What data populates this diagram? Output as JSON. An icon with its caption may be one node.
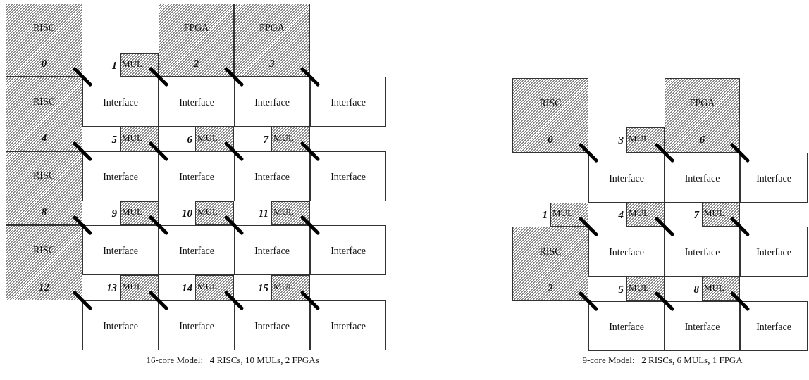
{
  "diagram": {
    "nodes": [
      {
        "text": [
          "RISC",
          "0"
        ]
      },
      {
        "text": [
          "MUL"
        ],
        "beside": [
          "1"
        ]
      },
      {
        "text": [
          "FPGA",
          "2"
        ]
      },
      {
        "text": [
          "FPGA",
          "3"
        ]
      },
      {
        "text": [
          "RISC",
          "4"
        ]
      },
      {
        "text": [
          "MUL"
        ],
        "beside": [
          "5"
        ]
      },
      {
        "text": [
          "MUL"
        ],
        "beside": [
          "6"
        ]
      },
      {
        "text": [
          "MUL"
        ],
        "beside": [
          "7"
        ]
      },
      {
        "text": [
          "RISC",
          "8"
        ]
      },
      {
        "text": [
          "MUL"
        ],
        "beside": [
          "9"
        ]
      },
      {
        "text": [
          "MUL"
        ],
        "beside": [
          "10"
        ]
      },
      {
        "text": [
          "MUL"
        ],
        "beside": [
          "11"
        ]
      },
      {
        "text": [
          "RISC",
          "12"
        ]
      },
      {
        "text": [
          "MUL"
        ],
        "beside": [
          "13"
        ]
      },
      {
        "text": [
          "MUL"
        ],
        "beside": [
          "14"
        ]
      },
      {
        "text": [
          "MUL"
        ],
        "beside": [
          "15"
        ]
      },
      {
        "text": [
          "Interface"
        ]
      },
      {
        "text": [
          "Interface"
        ]
      },
      {
        "text": [
          "Interface"
        ]
      },
      {
        "text": [
          "Interface"
        ]
      },
      {
        "text": [
          "Interface"
        ]
      },
      {
        "text": [
          "Interface"
        ]
      },
      {
        "text": [
          "Interface"
        ]
      },
      {
        "text": [
          "Interface"
        ]
      },
      {
        "text": [
          "Interface"
        ]
      },
      {
        "text": [
          "Interface"
        ]
      },
      {
        "text": [
          "Interface"
        ]
      },
      {
        "text": [
          "Interface"
        ]
      },
      {
        "text": [
          "Interface"
        ]
      },
      {
        "text": [
          "Interface"
        ]
      },
      {
        "text": [
          "Interface"
        ]
      },
      {
        "text": [
          "Interface"
        ]
      },
      {
        "text": [
          "RISC",
          "0"
        ]
      },
      {
        "text": [
          "MUL"
        ],
        "beside": [
          "1"
        ]
      },
      {
        "text": [
          "RISC",
          "2"
        ]
      },
      {
        "text": [
          "MUL"
        ],
        "beside": [
          "3"
        ]
      },
      {
        "text": [
          "MUL"
        ],
        "beside": [
          "4"
        ]
      },
      {
        "text": [
          "MUL"
        ],
        "beside": [
          "5"
        ]
      },
      {
        "text": [
          "FPGA",
          "6"
        ]
      },
      {
        "text": [
          "MUL"
        ],
        "beside": [
          "7"
        ]
      },
      {
        "text": [
          "MUL"
        ],
        "beside": [
          "8"
        ]
      },
      {
        "text": [
          "Interface"
        ]
      },
      {
        "text": [
          "Interface"
        ]
      },
      {
        "text": [
          "Interface"
        ]
      },
      {
        "text": [
          "Interface"
        ]
      },
      {
        "text": [
          "Interface"
        ]
      },
      {
        "text": [
          "Interface"
        ]
      },
      {
        "text": [
          "Interface"
        ]
      },
      {
        "text": [
          "Interface"
        ]
      },
      {
        "text": [
          "Interface"
        ]
      }
    ],
    "edges": [
      {
        "from": 0,
        "to": 16,
        "arrow": "none"
      },
      {
        "from": 1,
        "to": 17,
        "arrow": "none"
      },
      {
        "from": 2,
        "to": 18,
        "arrow": "none"
      },
      {
        "from": 3,
        "to": 19,
        "arrow": "none"
      },
      {
        "from": 4,
        "to": 20,
        "arrow": "none"
      },
      {
        "from": 5,
        "to": 21,
        "arrow": "none"
      },
      {
        "from": 6,
        "to": 22,
        "arrow": "none"
      },
      {
        "from": 7,
        "to": 23,
        "arrow": "none"
      },
      {
        "from": 8,
        "to": 24,
        "arrow": "none"
      },
      {
        "from": 9,
        "to": 25,
        "arrow": "none"
      },
      {
        "from": 10,
        "to": 26,
        "arrow": "none"
      },
      {
        "from": 11,
        "to": 27,
        "arrow": "none"
      },
      {
        "from": 12,
        "to": 28,
        "arrow": "none"
      },
      {
        "from": 13,
        "to": 29,
        "arrow": "none"
      },
      {
        "from": 14,
        "to": 30,
        "arrow": "none"
      },
      {
        "from": 15,
        "to": 31,
        "arrow": "none"
      },
      {
        "from": 32,
        "to": 41,
        "arrow": "none"
      },
      {
        "from": 33,
        "to": 44,
        "arrow": "none"
      },
      {
        "from": 34,
        "to": 47,
        "arrow": "none"
      },
      {
        "from": 35,
        "to": 42,
        "arrow": "none"
      },
      {
        "from": 36,
        "to": 45,
        "arrow": "none"
      },
      {
        "from": 37,
        "to": 48,
        "arrow": "none"
      },
      {
        "from": 38,
        "to": 43,
        "arrow": "none"
      },
      {
        "from": 39,
        "to": 46,
        "arrow": "none"
      },
      {
        "from": 40,
        "to": 49,
        "arrow": "none"
      }
    ],
    "labels": [
      "16-core Model:   4 RISCs, 10 MULs, 2 FPGAs",
      "9-core Model:   2 RISCs, 6 MULs, 1 FPGA"
    ]
  }
}
